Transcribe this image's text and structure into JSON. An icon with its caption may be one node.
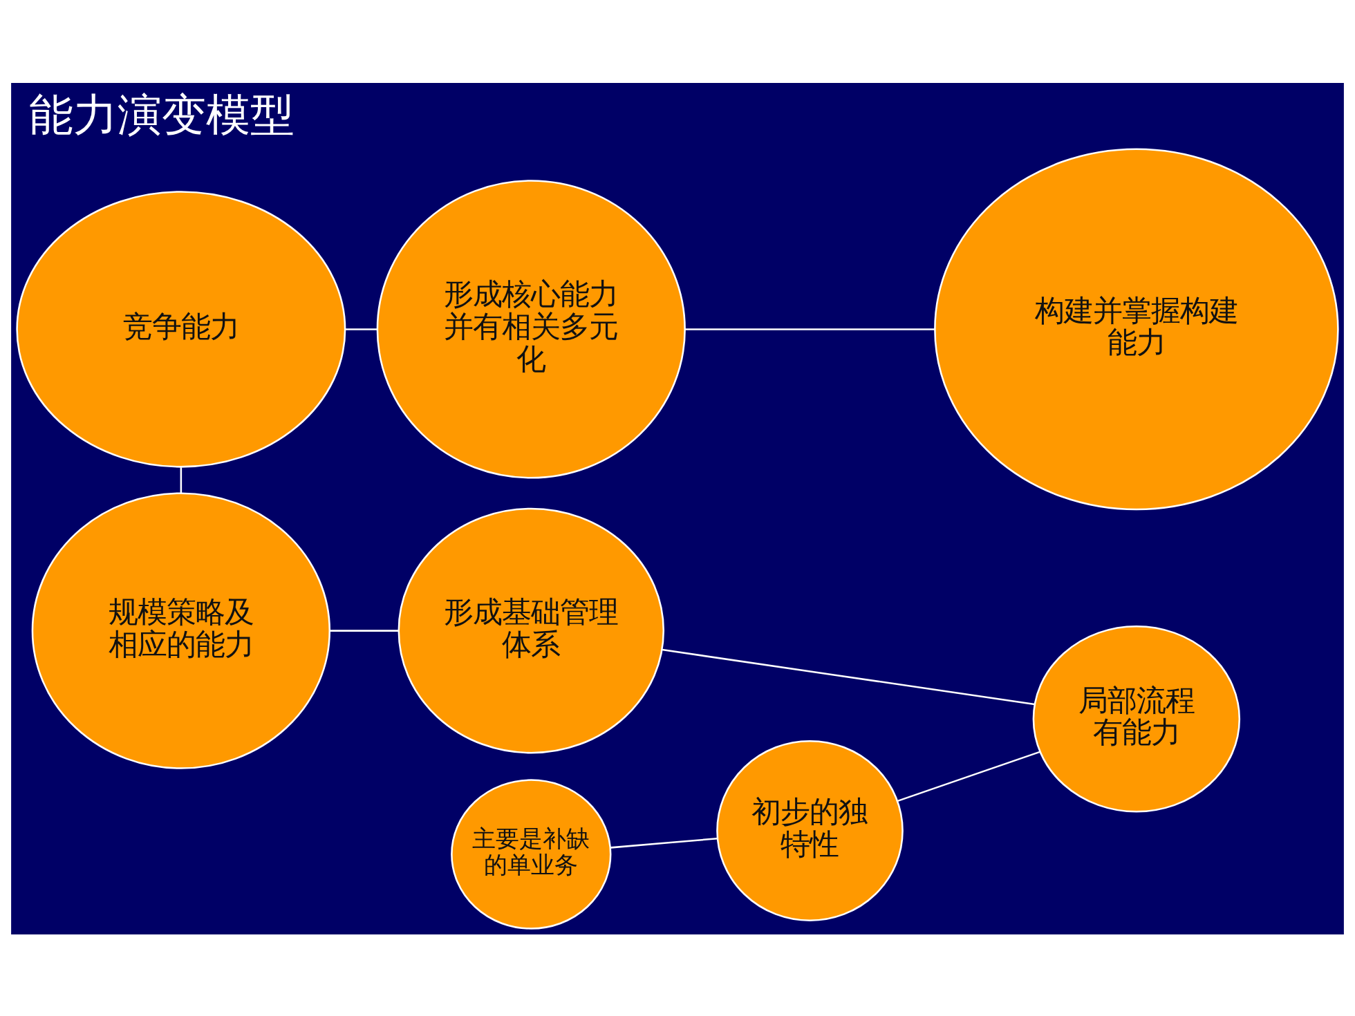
{
  "diagram": {
    "title": "能力演变模型",
    "nodes": [
      {
        "text": [
          "形成核心能力并有相关多元化"
        ]
      },
      {
        "text": [
          "竞争能力"
        ]
      },
      {
        "text": [
          "构建并掌握构建能力"
        ]
      },
      {
        "text": [
          "初步的独特性"
        ]
      },
      {
        "text": [
          "主要是补缺的单业务"
        ]
      },
      {
        "text": [
          "局部流程有能力"
        ]
      },
      {
        "text": [
          "规模策略及相应的能力"
        ]
      },
      {
        "text": [
          "形成基础管理体系"
        ]
      }
    ],
    "edges": [
      {
        "from": 1,
        "to": 0,
        "arrow": "none"
      },
      {
        "from": 0,
        "to": 2,
        "arrow": "none"
      },
      {
        "from": 1,
        "to": 6,
        "arrow": "none"
      },
      {
        "from": 6,
        "to": 7,
        "arrow": "none"
      },
      {
        "from": 7,
        "to": 5,
        "arrow": "none"
      },
      {
        "from": 4,
        "to": 3,
        "arrow": "none"
      },
      {
        "from": 3,
        "to": 5,
        "arrow": "none"
      }
    ]
  }
}
